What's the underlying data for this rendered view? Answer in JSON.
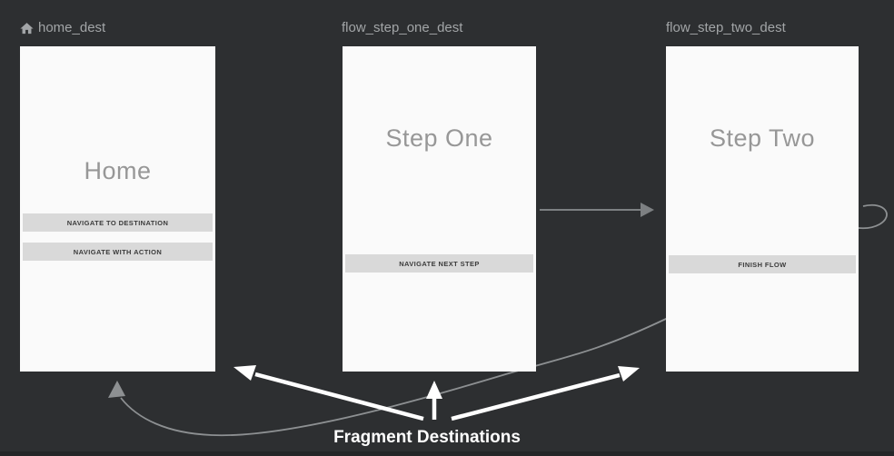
{
  "canvas": {
    "background": "#2d2f31",
    "card_background": "#fafafa",
    "label_color": "#a2a5a7",
    "title_color": "#979797",
    "button_background": "#d9d9d9",
    "action_arrow_color": "#7d8082",
    "loop_curve_color": "#8d9092",
    "annotation_color": "#ffffff"
  },
  "destinations": [
    {
      "label": "home_dest",
      "icon": "home-icon",
      "title": "Home",
      "buttons": [
        "NAVIGATE TO DESTINATION",
        "NAVIGATE WITH ACTION"
      ]
    },
    {
      "label": "flow_step_one_dest",
      "title": "Step One",
      "buttons": [
        "NAVIGATE NEXT STEP"
      ]
    },
    {
      "label": "flow_step_two_dest",
      "title": "Step Two",
      "buttons": [
        "FINISH FLOW"
      ]
    }
  ],
  "annotation": {
    "caption": "Fragment Destinations"
  }
}
